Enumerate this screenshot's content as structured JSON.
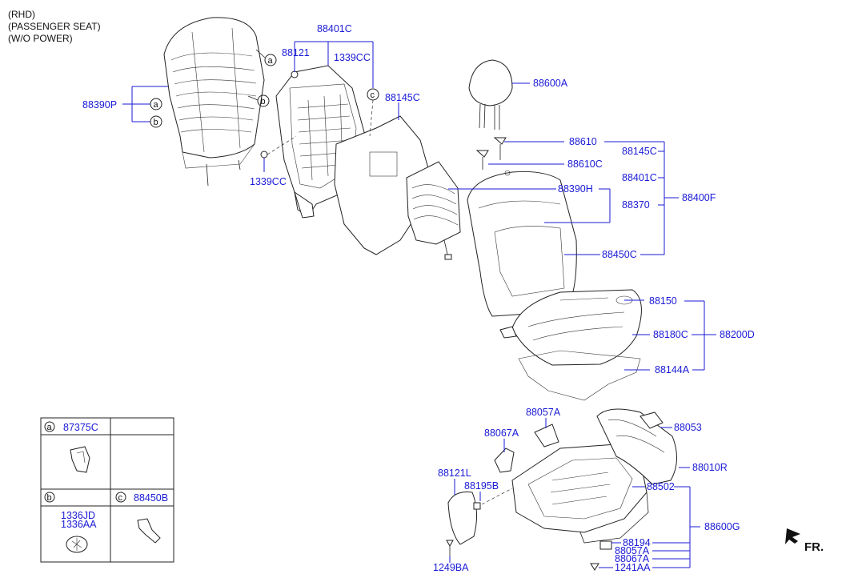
{
  "header": {
    "lines": [
      "(RHD)",
      "(PASSENGER SEAT)",
      "(W/O POWER)"
    ]
  },
  "part_numbers": {
    "p88401C_top": "88401C",
    "p88121": "88121",
    "p1339CC_top": "1339CC",
    "p88390P": "88390P",
    "p1339CC_bottom": "1339CC",
    "p88145C_mid": "88145C",
    "p88600A": "88600A",
    "p88610": "88610",
    "p88145C_right": "88145C",
    "p88610C": "88610C",
    "p88401C_right": "88401C",
    "p88390H": "88390H",
    "p88370": "88370",
    "p88400F": "88400F",
    "p88450C": "88450C",
    "p88150": "88150",
    "p88180C": "88180C",
    "p88200D": "88200D",
    "p88144A": "88144A",
    "p88057A_top": "88057A",
    "p88053": "88053",
    "p88067A_top": "88067A",
    "p88010R": "88010R",
    "p88121L": "88121L",
    "p88195B": "88195B",
    "p88502": "88502",
    "p88600G": "88600G",
    "p88194": "88194",
    "p88057A_bottom": "88057A",
    "p88067A_bottom": "88067A",
    "p1241AA": "1241AA",
    "p1249BA": "1249BA"
  },
  "callouts": {
    "a": "a",
    "b": "b",
    "c": "c"
  },
  "legend": {
    "a_letter": "a",
    "a_part": "87375C",
    "b_letter": "b",
    "b_part_1": "1336JD",
    "b_part_2": "1336AA",
    "c_letter": "c",
    "c_part": "88450B"
  },
  "direction": {
    "label": "FR."
  },
  "colors": {
    "part_number_text": "#1a1ad6",
    "line_art": "#222222",
    "background": "#ffffff"
  }
}
